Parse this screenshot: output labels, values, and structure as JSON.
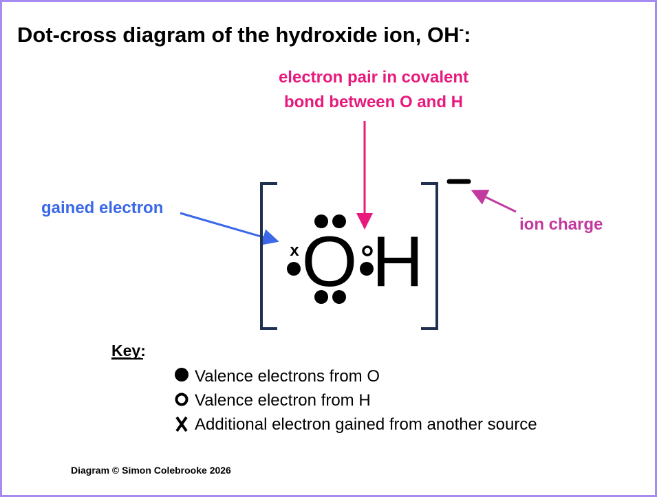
{
  "title": {
    "main": "Dot-cross diagram of the hydroxide ion, OH",
    "superscript": "-",
    "suffix": ":"
  },
  "labels": {
    "bond_line1": "electron pair in covalent",
    "bond_line2": "bond between O and H",
    "gained": "gained electron",
    "charge": "ion charge"
  },
  "atoms": {
    "oxygen": "O",
    "hydrogen": "H",
    "cross": "x"
  },
  "key": {
    "heading": "Key",
    "colon": ":",
    "items": [
      {
        "symbol": "filled-dot",
        "text": "Valence electrons from O"
      },
      {
        "symbol": "open-circle",
        "text": "Valence electron from H"
      },
      {
        "symbol": "cross",
        "text": "Additional electron gained from another source"
      }
    ]
  },
  "footer": "Diagram © Simon Colebrooke 2026",
  "colors": {
    "pink": "#e8197c",
    "blue": "#3a68e8",
    "magenta": "#c23a9f",
    "bracket": "#1f3050",
    "border": "#a68cf0"
  }
}
